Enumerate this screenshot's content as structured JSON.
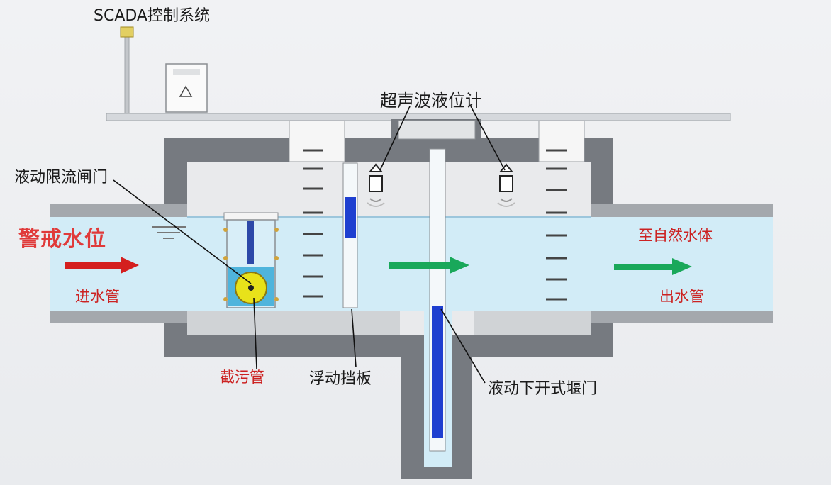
{
  "labels": {
    "scada": "SCADA控制系统",
    "ultrasonic": "超声波液位计",
    "flow_gate": "液动限流闸门",
    "warning_level": "警戒水位",
    "inlet_pipe": "进水管",
    "trash_pipe": "截污管",
    "float_baffle": "浮动挡板",
    "weir_gate": "液动下开式堰门",
    "to_natural": "至自然水体",
    "outlet_pipe": "出水管"
  },
  "colors": {
    "concrete": "#767a80",
    "water": "#d2ecf7",
    "pipe_wall": "#a4a8ad",
    "arrow_in": "#d41f1f",
    "arrow_flow": "#19a85a",
    "gate_blue": "#1e3fd0",
    "label_red": "#cc2222",
    "warning_red": "#e03a3a"
  }
}
